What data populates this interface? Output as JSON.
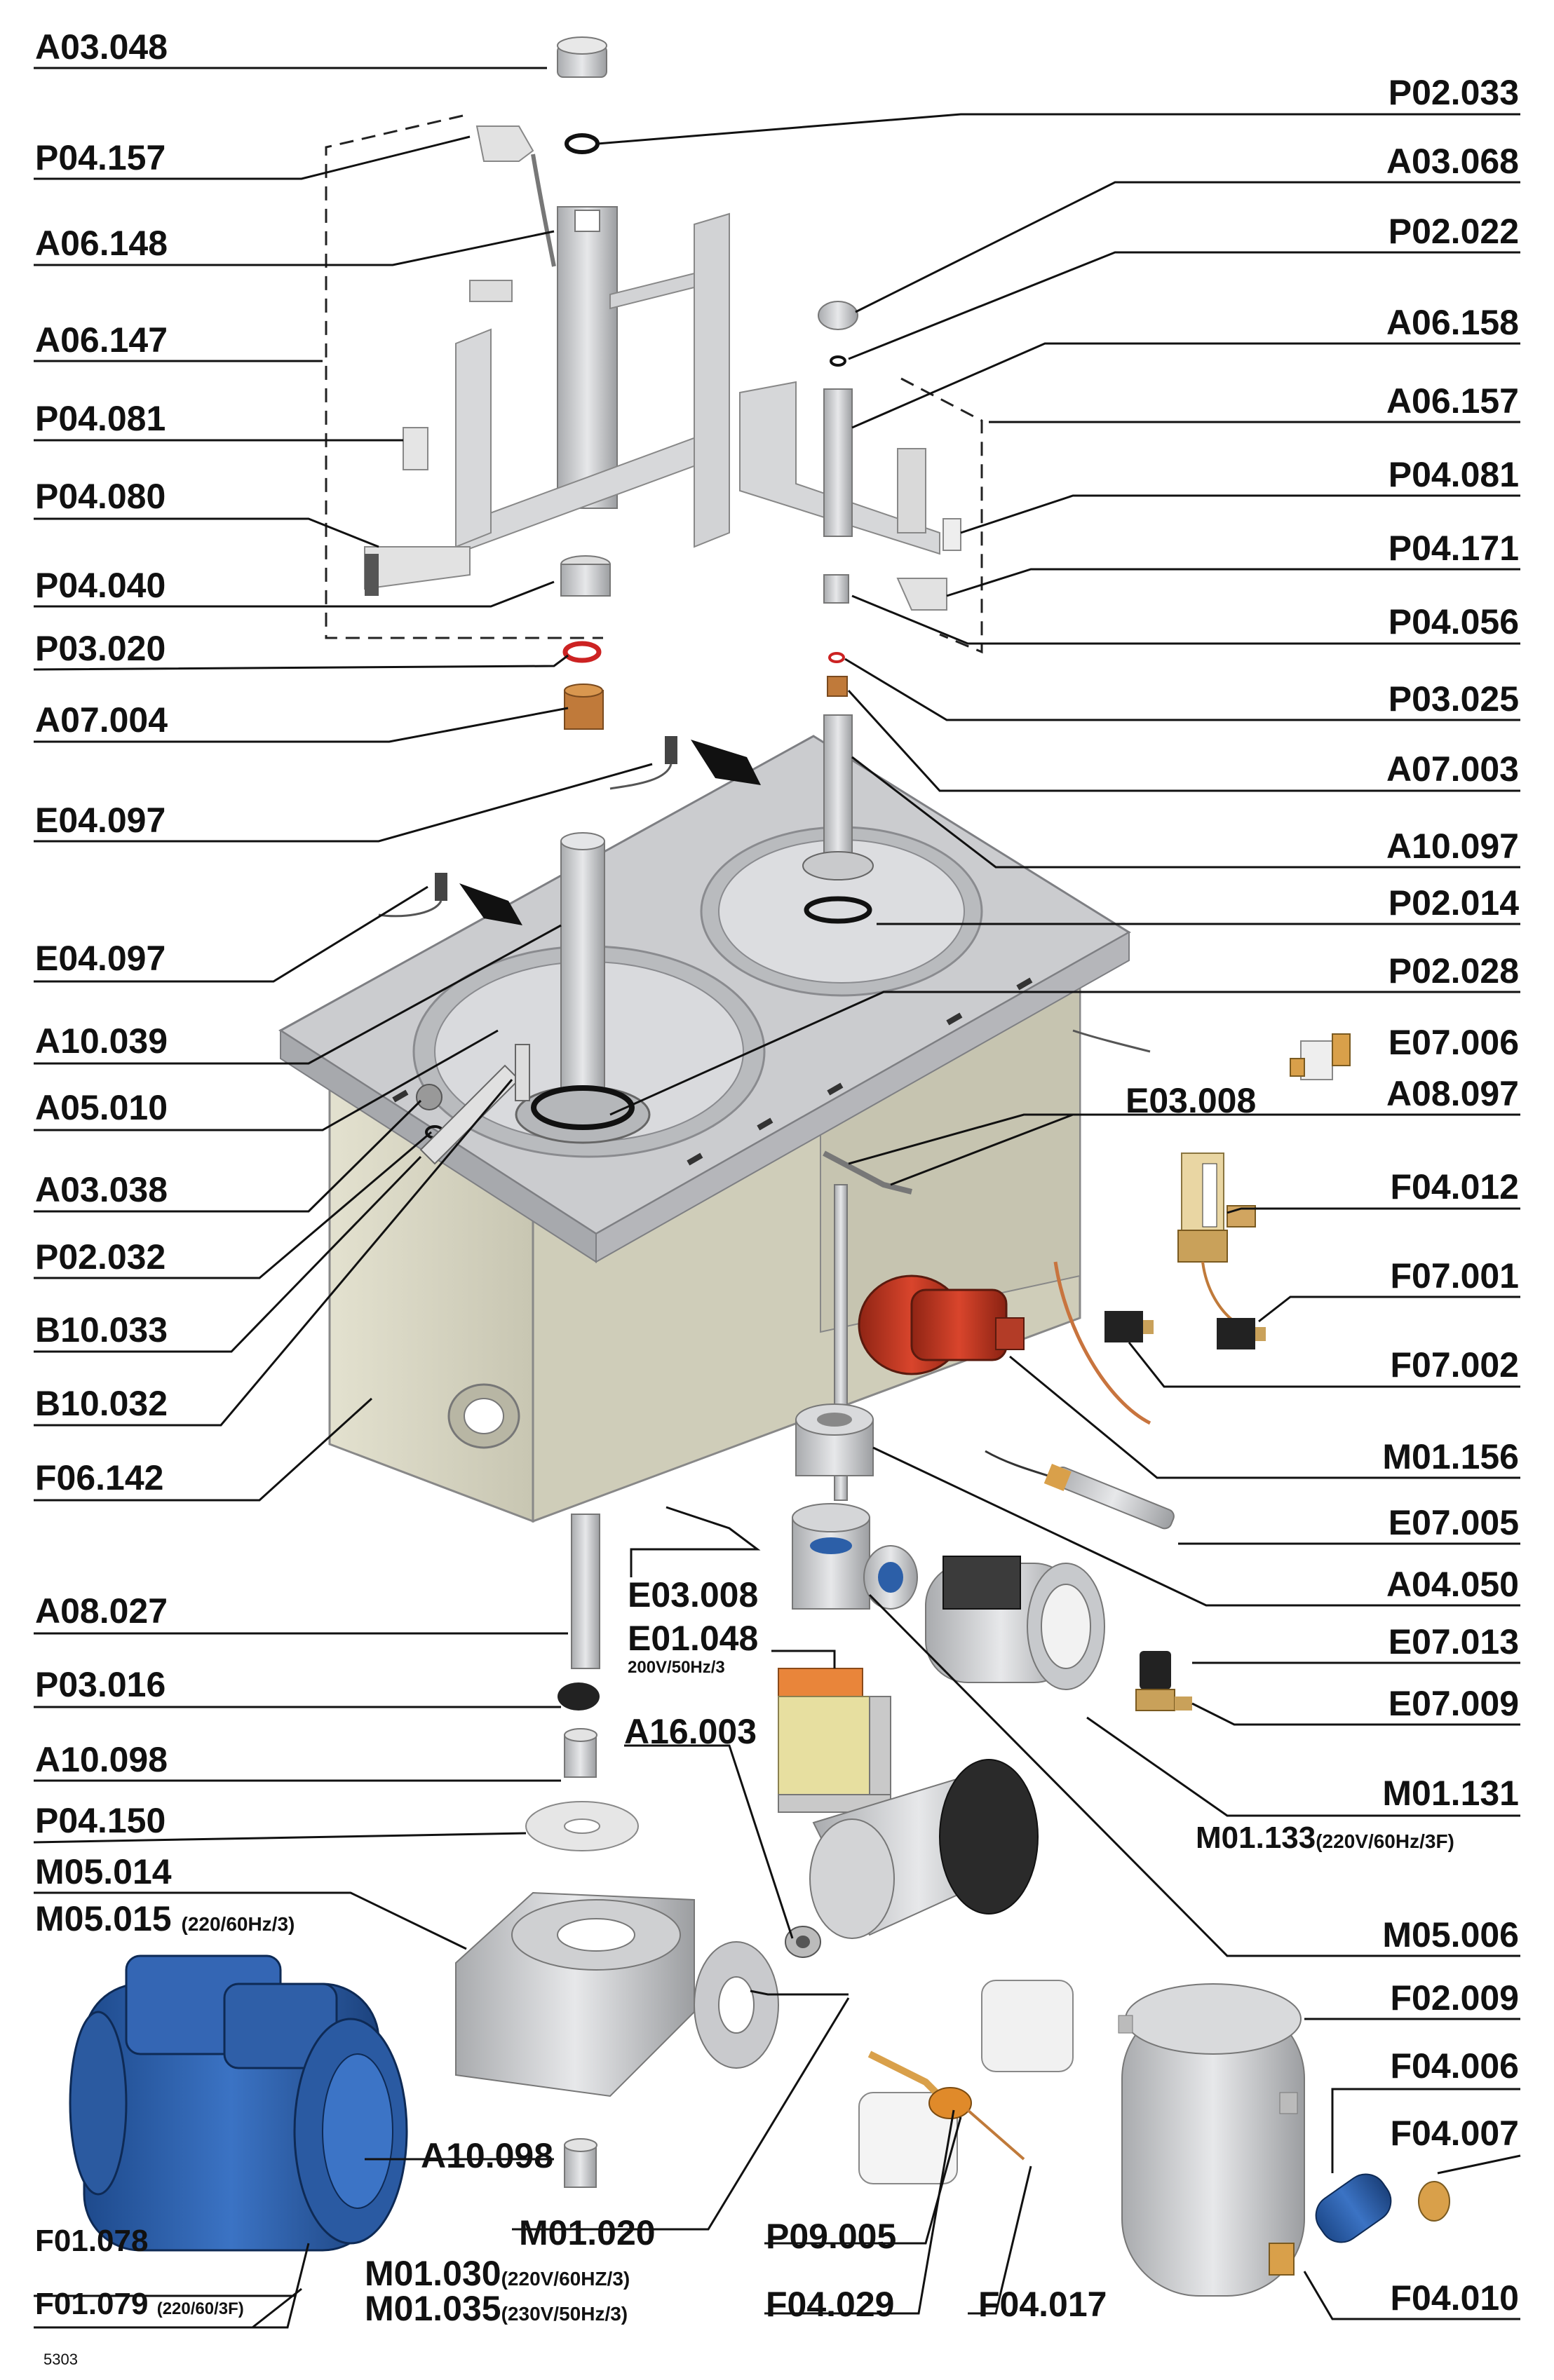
{
  "left_labels": [
    "A03.048",
    "P04.157",
    "A06.148",
    "A06.147",
    "P04.081",
    "P04.080",
    "P04.040",
    "P03.020",
    "A07.004",
    "E04.097",
    "E04.097",
    "A10.039",
    "A05.010",
    "A03.038",
    "P02.032",
    "B10.033",
    "B10.032",
    "F06.142",
    "A08.027",
    "P03.016",
    "A10.098",
    "P04.150",
    "M05.014"
  ],
  "left_label_m05015": {
    "code": "M05.015",
    "note": "(220/60Hz/3)"
  },
  "right_labels": [
    "P02.033",
    "A03.068",
    "P02.022",
    "A06.158",
    "A06.157",
    "P04.081",
    "P04.171",
    "P04.056",
    "P03.025",
    "A07.003",
    "A10.097",
    "P02.014",
    "P02.028",
    "E07.006",
    "A08.097",
    "F04.012",
    "F07.001",
    "F07.002",
    "M01.156",
    "E07.005",
    "A04.050",
    "E07.013",
    "E07.009",
    "M01.131",
    "M05.006",
    "F02.009",
    "F04.006",
    "F04.007",
    "F04.010"
  ],
  "right_label_m01133": {
    "code": "M01.133",
    "note": "(220V/60Hz/3F)"
  },
  "center_labels": {
    "e03008_top": "E03.008",
    "e03008_bottom": "E03.008",
    "e01048": "E01.048",
    "e01048_note": "200V/50Hz/3",
    "a16003": "A16.003",
    "a10098_bottom": "A10.098",
    "m01020": "M01.020",
    "m01030": "M01.030",
    "m01030_note": "(220V/60HZ/3)",
    "m01035": "M01.035",
    "m01035_note": "(230V/50Hz/3)",
    "p09005": "P09.005",
    "f04029": "F04.029",
    "f04017": "F04.017",
    "f01078": "F01.078",
    "f01079": "F01.079",
    "f01079_note": "(220/60/3F)"
  },
  "figure_number": "5303",
  "colors": {
    "steel": "#c9cacc",
    "steel_dark": "#9a9b9e",
    "tank_beige": "#d8d6c4",
    "seal_red": "#cc2222",
    "bushing_copper": "#c07a3a",
    "pump_red": "#c0341f",
    "compressor_blue": "#2c5fa8",
    "leader_line": "#111111"
  }
}
